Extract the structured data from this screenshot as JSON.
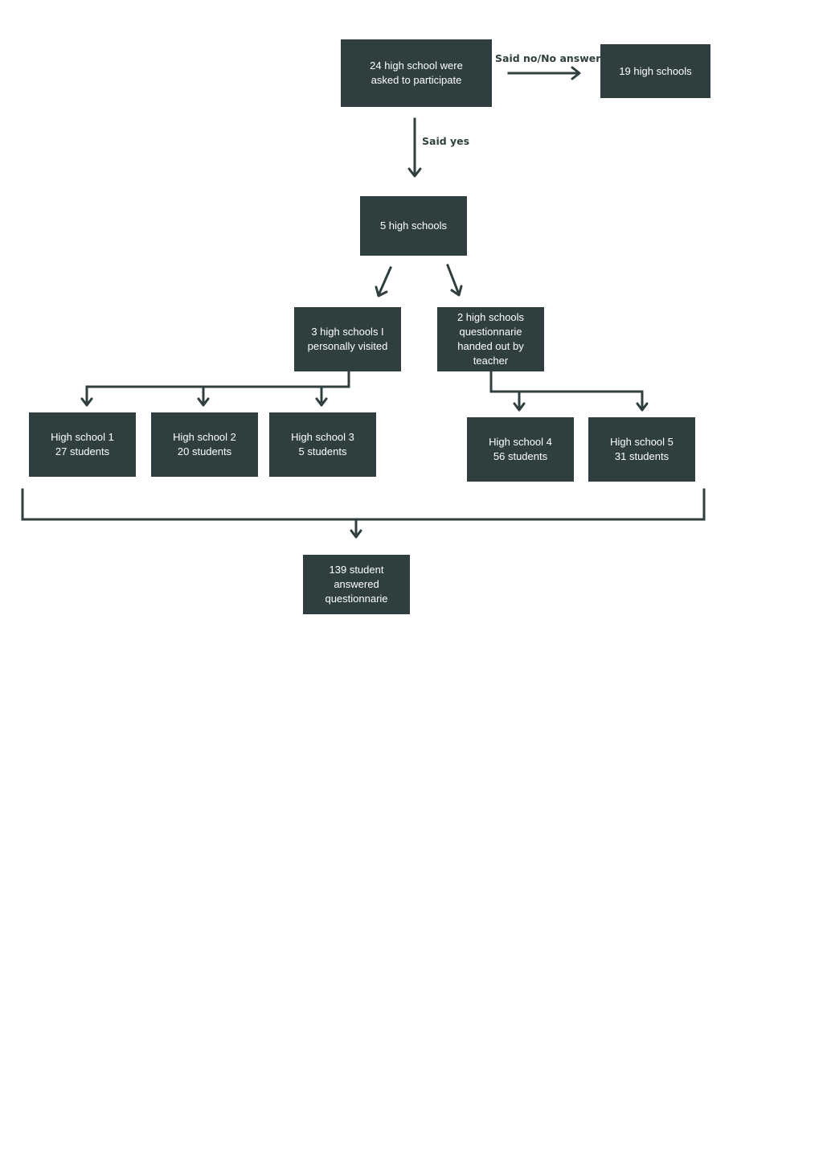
{
  "nodes": {
    "asked": {
      "line1": "24 high school were",
      "line2": "asked to participate"
    },
    "declined": {
      "line1": "19 high schools"
    },
    "accepted": {
      "line1": "5 high schools"
    },
    "visited": {
      "line1": "3 high schools I",
      "line2": "personally visited"
    },
    "teacher": {
      "line1": "2 high schools",
      "line2": "questionnarie",
      "line3": "handed out  by",
      "line4": "teacher"
    },
    "hs1": {
      "line1": "High school 1",
      "line2": "27 students"
    },
    "hs2": {
      "line1": "High school 2",
      "line2": "20 students"
    },
    "hs3": {
      "line1": "High school 3",
      "line2": "5 students"
    },
    "hs4": {
      "line1": "High school 4",
      "line2": "56 students"
    },
    "hs5": {
      "line1": "High school 5",
      "line2": "31 students"
    },
    "total": {
      "line1": "139 student",
      "line2": "answered",
      "line3": "questionnarie"
    }
  },
  "edge_labels": {
    "no": "Said no/No answer",
    "yes": "Said yes"
  },
  "colors": {
    "box_fill": "#2f3f3f",
    "box_text": "#ffffff",
    "connector": "#2f3f3f"
  }
}
